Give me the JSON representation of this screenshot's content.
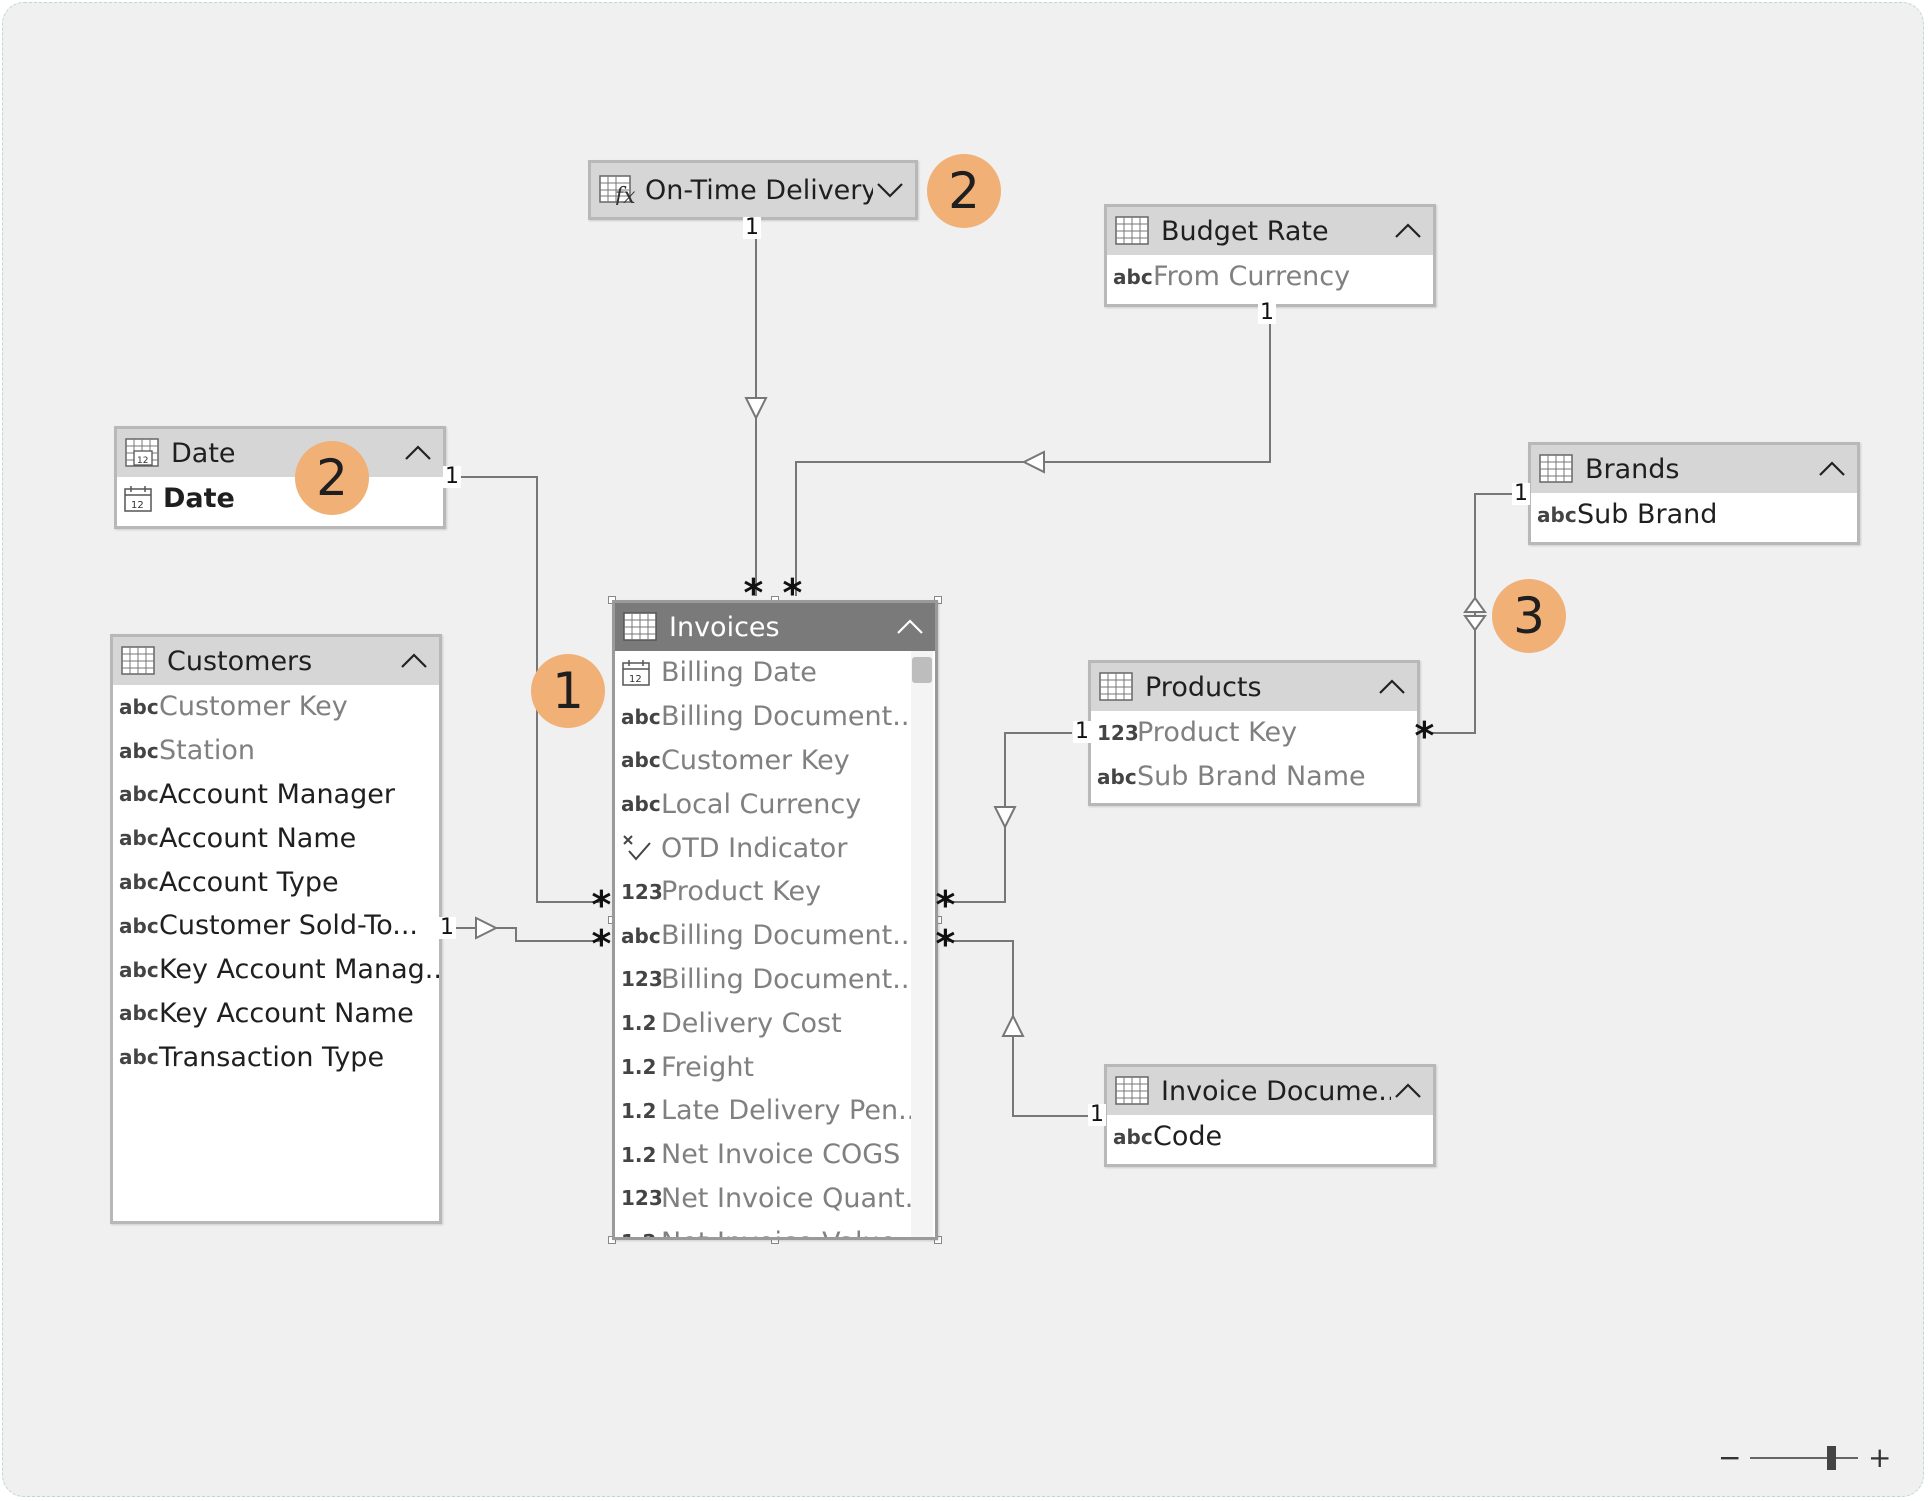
{
  "tables": {
    "on_time_delivery": {
      "title": "On-Time Delivery"
    },
    "budget_rate": {
      "title": "Budget Rate",
      "columns": [
        {
          "icon": "abc",
          "label": "From Currency"
        }
      ]
    },
    "date": {
      "title": "Date",
      "columns": [
        {
          "icon": "calendar",
          "label": "Date"
        }
      ]
    },
    "brands": {
      "title": "Brands",
      "columns": [
        {
          "icon": "abc",
          "label": "Sub Brand"
        }
      ]
    },
    "customers": {
      "title": "Customers",
      "columns": [
        {
          "icon": "abc",
          "label": "Customer Key"
        },
        {
          "icon": "abc",
          "label": "Station"
        },
        {
          "icon": "abc",
          "label": "Account Manager"
        },
        {
          "icon": "abc",
          "label": "Account Name"
        },
        {
          "icon": "abc",
          "label": "Account Type"
        },
        {
          "icon": "abc",
          "label": "Customer Sold-To..."
        },
        {
          "icon": "abc",
          "label": "Key Account Manag..."
        },
        {
          "icon": "abc",
          "label": "Key Account Name"
        },
        {
          "icon": "abc",
          "label": "Transaction Type"
        }
      ]
    },
    "invoices": {
      "title": "Invoices",
      "columns": [
        {
          "icon": "calendar",
          "label": "Billing Date"
        },
        {
          "icon": "abc",
          "label": "Billing Document..."
        },
        {
          "icon": "abc",
          "label": "Customer Key"
        },
        {
          "icon": "abc",
          "label": "Local Currency"
        },
        {
          "icon": "check",
          "label": "OTD Indicator"
        },
        {
          "icon": "123",
          "label": "Product Key"
        },
        {
          "icon": "abc",
          "label": "Billing Document..."
        },
        {
          "icon": "123",
          "label": "Billing Document..."
        },
        {
          "icon": "1.2",
          "label": "Delivery Cost"
        },
        {
          "icon": "1.2",
          "label": "Freight"
        },
        {
          "icon": "1.2",
          "label": "Late Delivery Pen..."
        },
        {
          "icon": "1.2",
          "label": "Net Invoice COGS"
        },
        {
          "icon": "123",
          "label": "Net Invoice Quant..."
        },
        {
          "icon": "1.2",
          "label": "Net Invoice Value"
        }
      ]
    },
    "products": {
      "title": "Products",
      "columns": [
        {
          "icon": "123",
          "label": "Product Key"
        },
        {
          "icon": "abc",
          "label": "Sub Brand Name"
        }
      ]
    },
    "invoice_document": {
      "title": "Invoice Docume...",
      "columns": [
        {
          "icon": "abc",
          "label": "Code"
        }
      ]
    }
  },
  "icon_text": {
    "abc": "abc",
    "123": "123",
    "1.2": "1.2"
  },
  "cardinality": {
    "one": "1",
    "many": "*"
  },
  "callouts": {
    "first": "1",
    "second_a": "2",
    "second_b": "2",
    "third": "3"
  },
  "zoom": {
    "minus": "−",
    "plus": "+",
    "level": 0.75
  },
  "colors": {
    "canvas": "#f0f0f0",
    "header": "#d6d6d6",
    "header_selected": "#7a7a7a",
    "callout": "#f0b076",
    "line": "#777777"
  }
}
